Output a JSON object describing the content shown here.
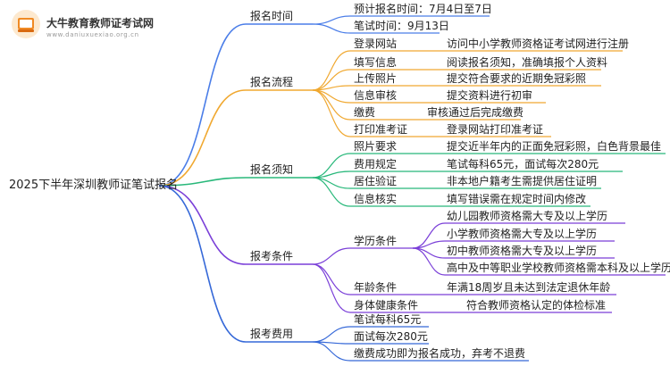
{
  "logo": {
    "title": "大牛教育教师证考试网",
    "url": "www.daniuxuexiao.org.cn"
  },
  "root": "2025下半年深圳教师证笔试报名",
  "colors": {
    "time": "#4a7de8",
    "process": "#f0a830",
    "notice": "#28b87a",
    "conditions": "#7a3fd8",
    "fee": "#3568d8"
  },
  "branches": {
    "time": {
      "label": "报名时间",
      "items": [
        "预计报名时间：7月4日至7日",
        "笔试时间：9月13日"
      ]
    },
    "process": {
      "label": "报名流程",
      "items": [
        {
          "name": "登录网站",
          "desc": "访问中小学教师资格证考试网进行注册"
        },
        {
          "name": "填写信息",
          "desc": "阅读报名须知，准确填报个人资料"
        },
        {
          "name": "上传照片",
          "desc": "提交符合要求的近期免冠彩照"
        },
        {
          "name": "信息审核",
          "desc": "提交资料进行初审"
        },
        {
          "name": "缴费",
          "desc": "审核通过后完成缴费"
        },
        {
          "name": "打印准考证",
          "desc": "登录网站打印准考证"
        }
      ]
    },
    "notice": {
      "label": "报名须知",
      "items": [
        {
          "name": "照片要求",
          "desc": "提交近半年内的正面免冠彩照，白色背景最佳"
        },
        {
          "name": "费用规定",
          "desc": "笔试每科65元，面试每次280元"
        },
        {
          "name": "居住验证",
          "desc": "非本地户籍考生需提供居住证明"
        },
        {
          "name": "信息核实",
          "desc": "填写错误需在规定时间内修改"
        }
      ]
    },
    "conditions": {
      "label": "报考条件",
      "education": {
        "name": "学历条件",
        "items": [
          "幼儿园教师资格需大专及以上学历",
          "小学教师资格需大专及以上学历",
          "初中教师资格需大专及以上学历",
          "高中及中等职业学校教师资格需本科及以上学历"
        ]
      },
      "age": {
        "name": "年龄条件",
        "desc": "年满18周岁且未达到法定退休年龄"
      },
      "health": {
        "name": "身体健康条件",
        "desc": "符合教师资格认定的体检标准"
      }
    },
    "fee": {
      "label": "报考费用",
      "items": [
        "笔试每科65元",
        "面试每次280元",
        "缴费成功即为报名成功，弃考不退费"
      ]
    }
  }
}
